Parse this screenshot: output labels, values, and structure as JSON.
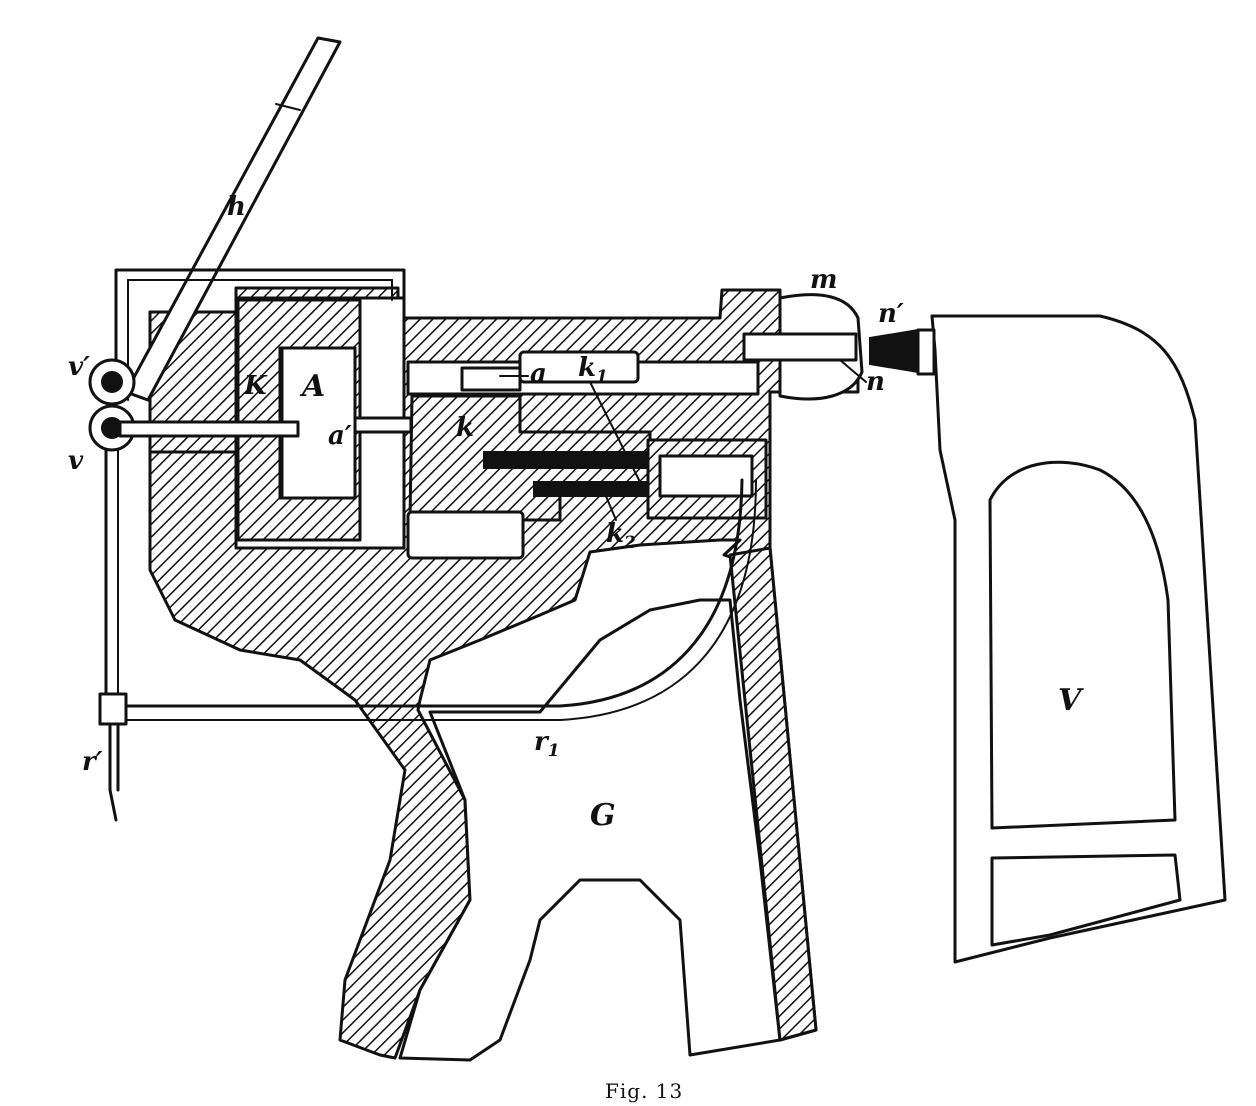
{
  "figure": {
    "caption": "Fig. 13",
    "labels": {
      "h": "h",
      "v_prime": "v′",
      "v": "v",
      "K": "K",
      "A": "A",
      "a": "a",
      "a_prime": "a′",
      "k": "k",
      "k1": "k",
      "k1_sub": "1",
      "k2": "k",
      "k2_sub": "2",
      "m": "m",
      "n_prime": "n′",
      "n": "n",
      "V": "V",
      "G": "G",
      "r_prime": "r′",
      "r1": "r",
      "r1_sub": "1"
    }
  }
}
